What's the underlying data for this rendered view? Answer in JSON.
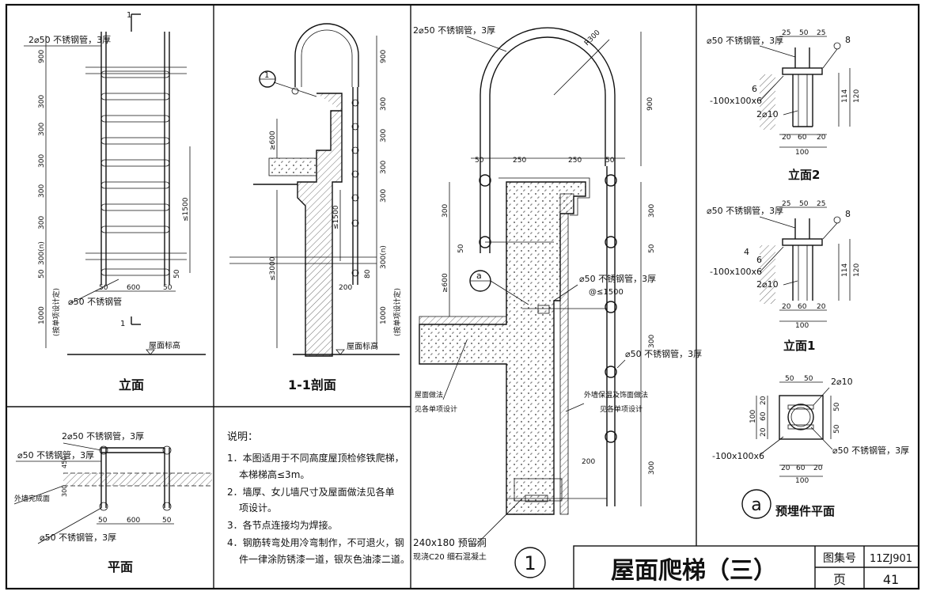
{
  "sheet": {
    "title": "屋面爬梯（三）",
    "atlas_label": "图集号",
    "atlas_no": "11ZJ901",
    "page_label": "页",
    "page_no": "41"
  },
  "elevation": {
    "caption": "立面",
    "section_mark": "1",
    "rail_label": "2⌀50 不锈钢管，3厚",
    "rung_label": "⌀50 不锈钢管",
    "roof_label": "屋面标高",
    "dims_left": [
      "900",
      "300",
      "300",
      "300",
      "300",
      "300",
      "300(n)",
      "50",
      "1000"
    ],
    "dims_right": [
      "≤1500",
      "50"
    ],
    "bottom_dims": [
      "50",
      "600",
      "50"
    ],
    "side_note": "(按单项设计定)"
  },
  "section": {
    "caption": "1-1剖面",
    "detail_mark": "1",
    "roof_label": "屋面标高",
    "dims_right": [
      "900",
      "300",
      "300",
      "300",
      "300",
      "300(n)",
      "1000"
    ],
    "dims_left": [
      "≥600",
      "≤1500",
      "≤3000"
    ],
    "dim_bottom": "200",
    "dim_side": "80",
    "side_note": "(按单项设计定)"
  },
  "plan": {
    "caption": "平面",
    "rail_label": "2⌀50 不锈钢管，3厚",
    "post_label": "⌀50 不锈钢管，3厚",
    "wall_label": "外墙完成面",
    "bottom_label": "⌀50 不锈钢管，3厚",
    "dims": [
      "50",
      "600",
      "50"
    ],
    "side_dims": [
      "450",
      "300"
    ]
  },
  "notes": {
    "heading": "说明：",
    "items": [
      "1．本图适用于不同高度屋顶检修铁爬梯，",
      "本梯梯高≤3m。",
      "2．墙厚、女儿墙尺寸及屋面做法见各单",
      "项设计。",
      "3．各节点连接均为焊接。",
      "4．钢筋转弯处用冷弯制作，不可退火，钢",
      "件一律涂防锈漆一道，银灰色油漆二道。"
    ]
  },
  "detail": {
    "mark": "1",
    "top_label": "2⌀50 不锈钢管，3厚",
    "radius": "R300",
    "dim_900": "900",
    "dims_top": [
      "50",
      "250",
      "250",
      "50"
    ],
    "left_dims": [
      "300",
      "50",
      "≥600"
    ],
    "right_dims": [
      "300",
      "50",
      "300",
      "300"
    ],
    "pipe_label": "⌀50 不锈钢管，3厚",
    "spacing_label": "@≤1500",
    "rung_label": "⌀50 不锈钢管，3厚",
    "roof_label_1": "屋面做法",
    "roof_label_2": "见各单项设计",
    "wall_label_1": "外墙保温及饰面做法",
    "wall_label_2": "见各单项设计",
    "dim_200": "200",
    "embed_label_1": "240x180 预留洞",
    "embed_label_2": "现浇C20 细石混凝土",
    "ref_a": "a"
  },
  "elev2": {
    "caption": "立面2",
    "pipe_label": "⌀50 不锈钢管，3厚",
    "plate_label": "-100x100x6",
    "bar_label": "2⌀10",
    "weld_a": "6",
    "weld_b": "8",
    "top_dims": [
      "25",
      "50",
      "25"
    ],
    "bottom_dims": [
      "20",
      "60",
      "20"
    ],
    "total": "100",
    "side_dims": [
      "114",
      "120"
    ]
  },
  "elev1": {
    "caption": "立面1",
    "pipe_label": "⌀50 不锈钢管，3厚",
    "plate_label": "-100x100x6",
    "bar_label": "2⌀10",
    "weld_a": "4",
    "weld_b": "6",
    "weld_c": "8",
    "top_dims": [
      "25",
      "50",
      "25"
    ],
    "bottom_dims": [
      "20",
      "60",
      "20"
    ],
    "total": "100",
    "side_dims": [
      "114",
      "120"
    ]
  },
  "embed_plan": {
    "caption": "预埋件平面",
    "ref": "a",
    "bar_label": "2⌀10",
    "plate_label": "-100x100x6",
    "pipe_label": "⌀50 不锈钢管，3厚",
    "top_dims": [
      "50",
      "50"
    ],
    "bottom_dims": [
      "20",
      "60",
      "20"
    ],
    "total": "100",
    "left_dims": [
      "20",
      "60",
      "20"
    ],
    "right_dims": [
      "50",
      "50"
    ],
    "side_total": "100"
  }
}
